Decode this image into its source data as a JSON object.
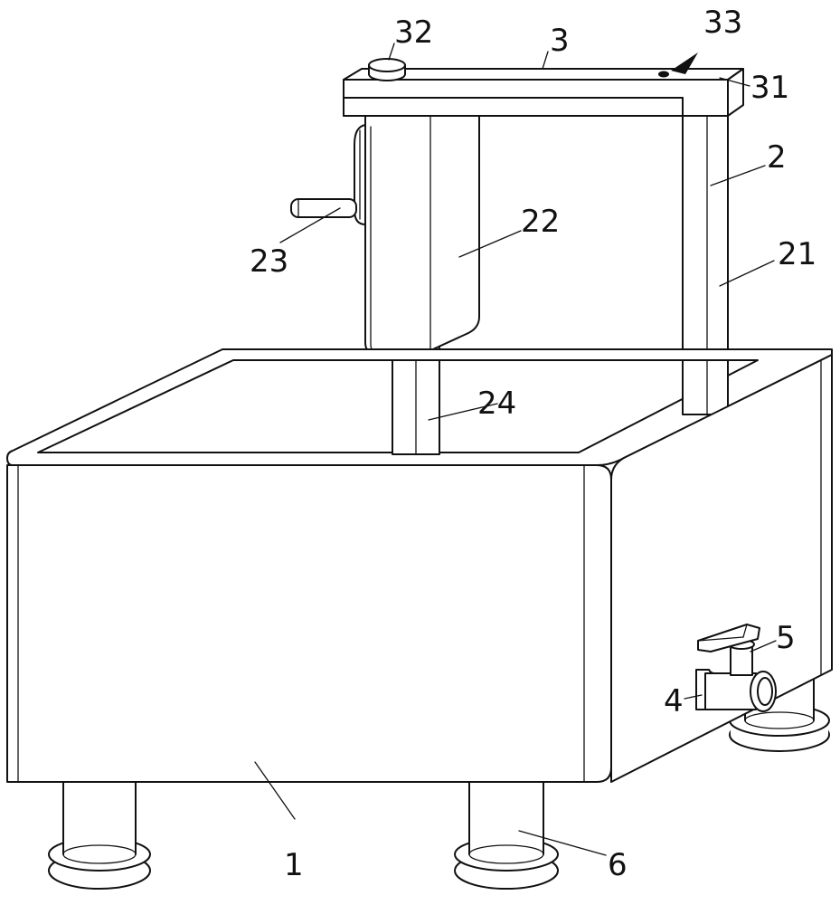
{
  "figure": {
    "labels": {
      "l1": "1",
      "l2": "2",
      "l21": "21",
      "l22": "22",
      "l23": "23",
      "l24": "24",
      "l3": "3",
      "l31": "31",
      "l32": "32",
      "l33": "33",
      "l4": "4",
      "l5": "5",
      "l6": "6"
    },
    "colors": {
      "line": "#111111",
      "background": "#ffffff"
    }
  }
}
